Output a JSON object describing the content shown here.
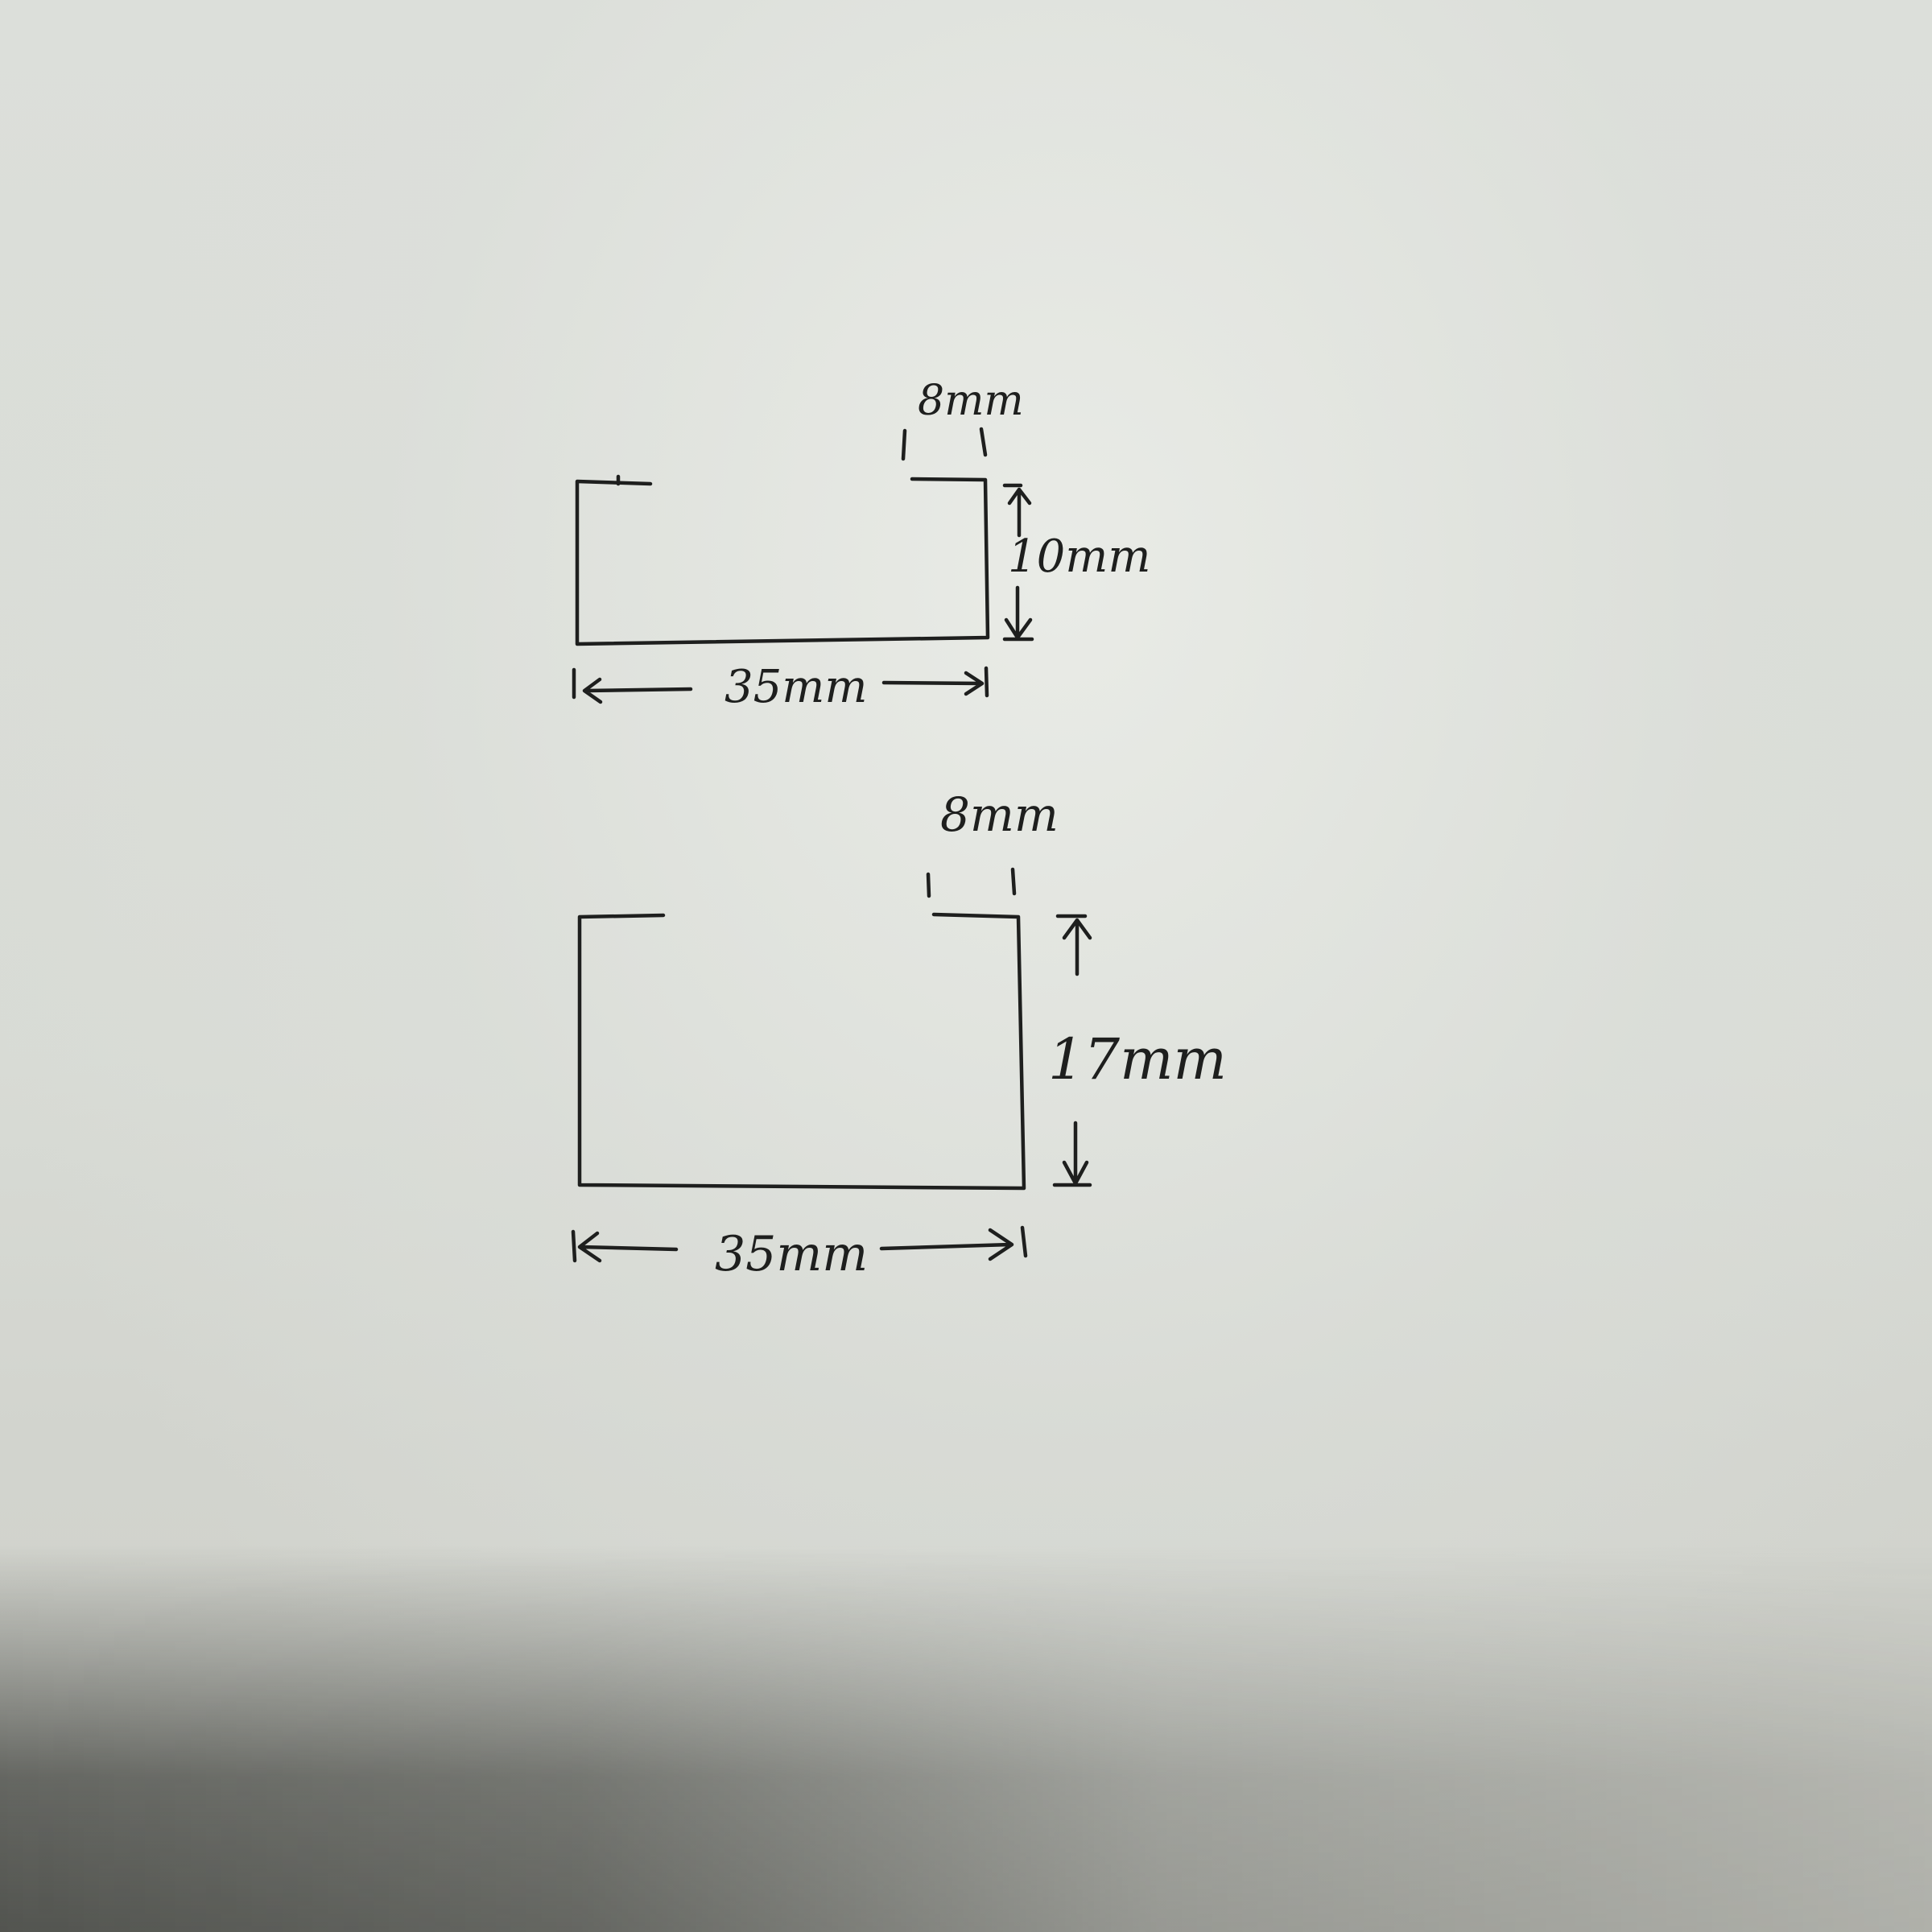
{
  "sketch_top": {
    "gap_label": "8mm",
    "height_label": "10mm",
    "width_label": "35mm"
  },
  "sketch_bottom": {
    "gap_label": "8mm",
    "height_label": "17mm",
    "width_label": "35mm"
  },
  "colors": {
    "ink": "#1e1f1e",
    "paper": "#d9dcd7"
  }
}
